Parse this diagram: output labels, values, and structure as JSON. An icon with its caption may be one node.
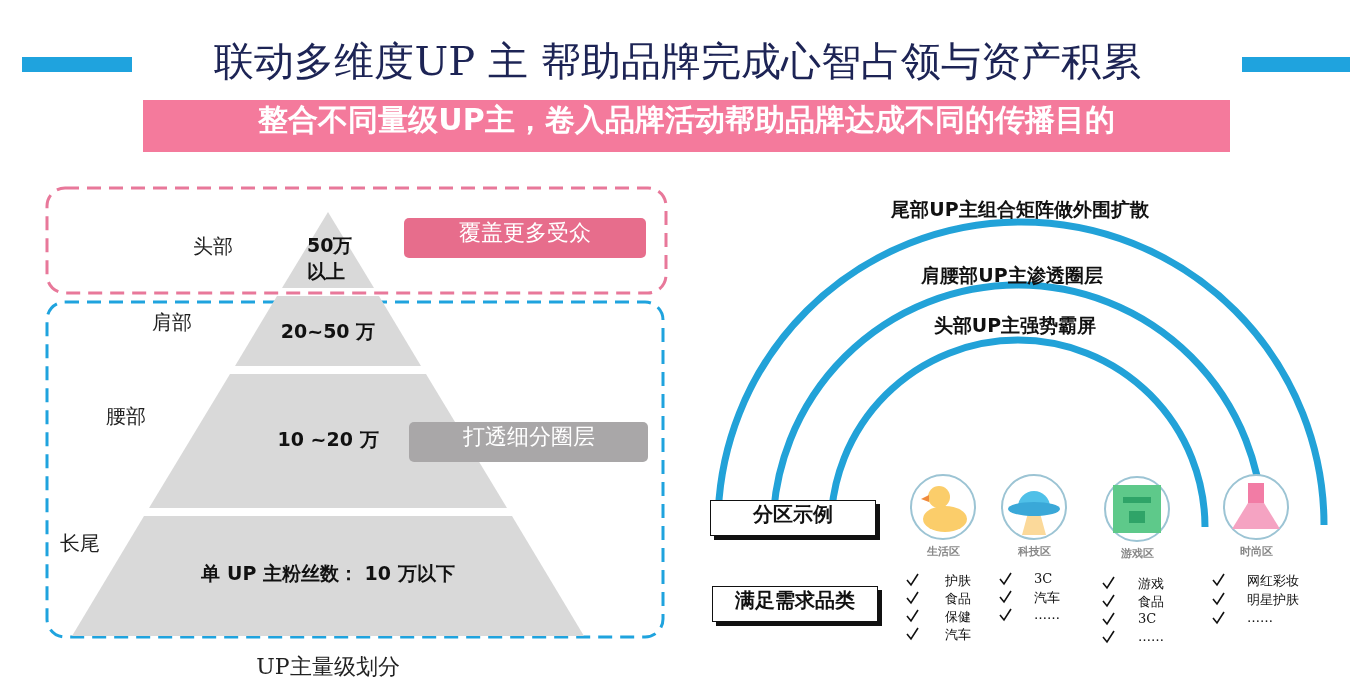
{
  "diagram": {
    "title": "联动多维度UP 主 帮助品牌完成心智占领与资产积累",
    "caption": "UP主量级划分",
    "nodes": [
      {
        "text": [
          "50万以上"
        ],
        "beside": [
          "头部"
        ]
      },
      {
        "text": [
          "20~50 万"
        ],
        "beside": [
          "肩部"
        ]
      },
      {
        "text": [
          "10 ~20 万"
        ],
        "beside": [
          "腰部"
        ]
      },
      {
        "text": [
          "单 UP 主粉丝数： 10 万以下"
        ],
        "beside": [
          "长尾"
        ]
      },
      {
        "text": [
          "覆盖更多受众"
        ]
      },
      {
        "text": [
          "打透细分圈层"
        ]
      },
      {
        "text": [
          "分区示例"
        ]
      },
      {
        "text": [
          "满足需求品类"
        ]
      }
    ],
    "labels": [
      "整合不同量级UP主，卷入品牌活动帮助品牌达成不同的传播目的",
      "尾部UP主组合矩阵做外围扩散",
      "肩腰部UP主渗透圈层",
      "头部UP主强势霸屏",
      "生活区",
      "科技区",
      "游戏区",
      "时尚区",
      "护肤",
      "食品",
      "保健",
      "汽车",
      "3C",
      "汽车",
      "……",
      "游戏",
      "食品",
      "3C",
      "……",
      "网红彩妆",
      "明星护肤",
      "……"
    ]
  }
}
